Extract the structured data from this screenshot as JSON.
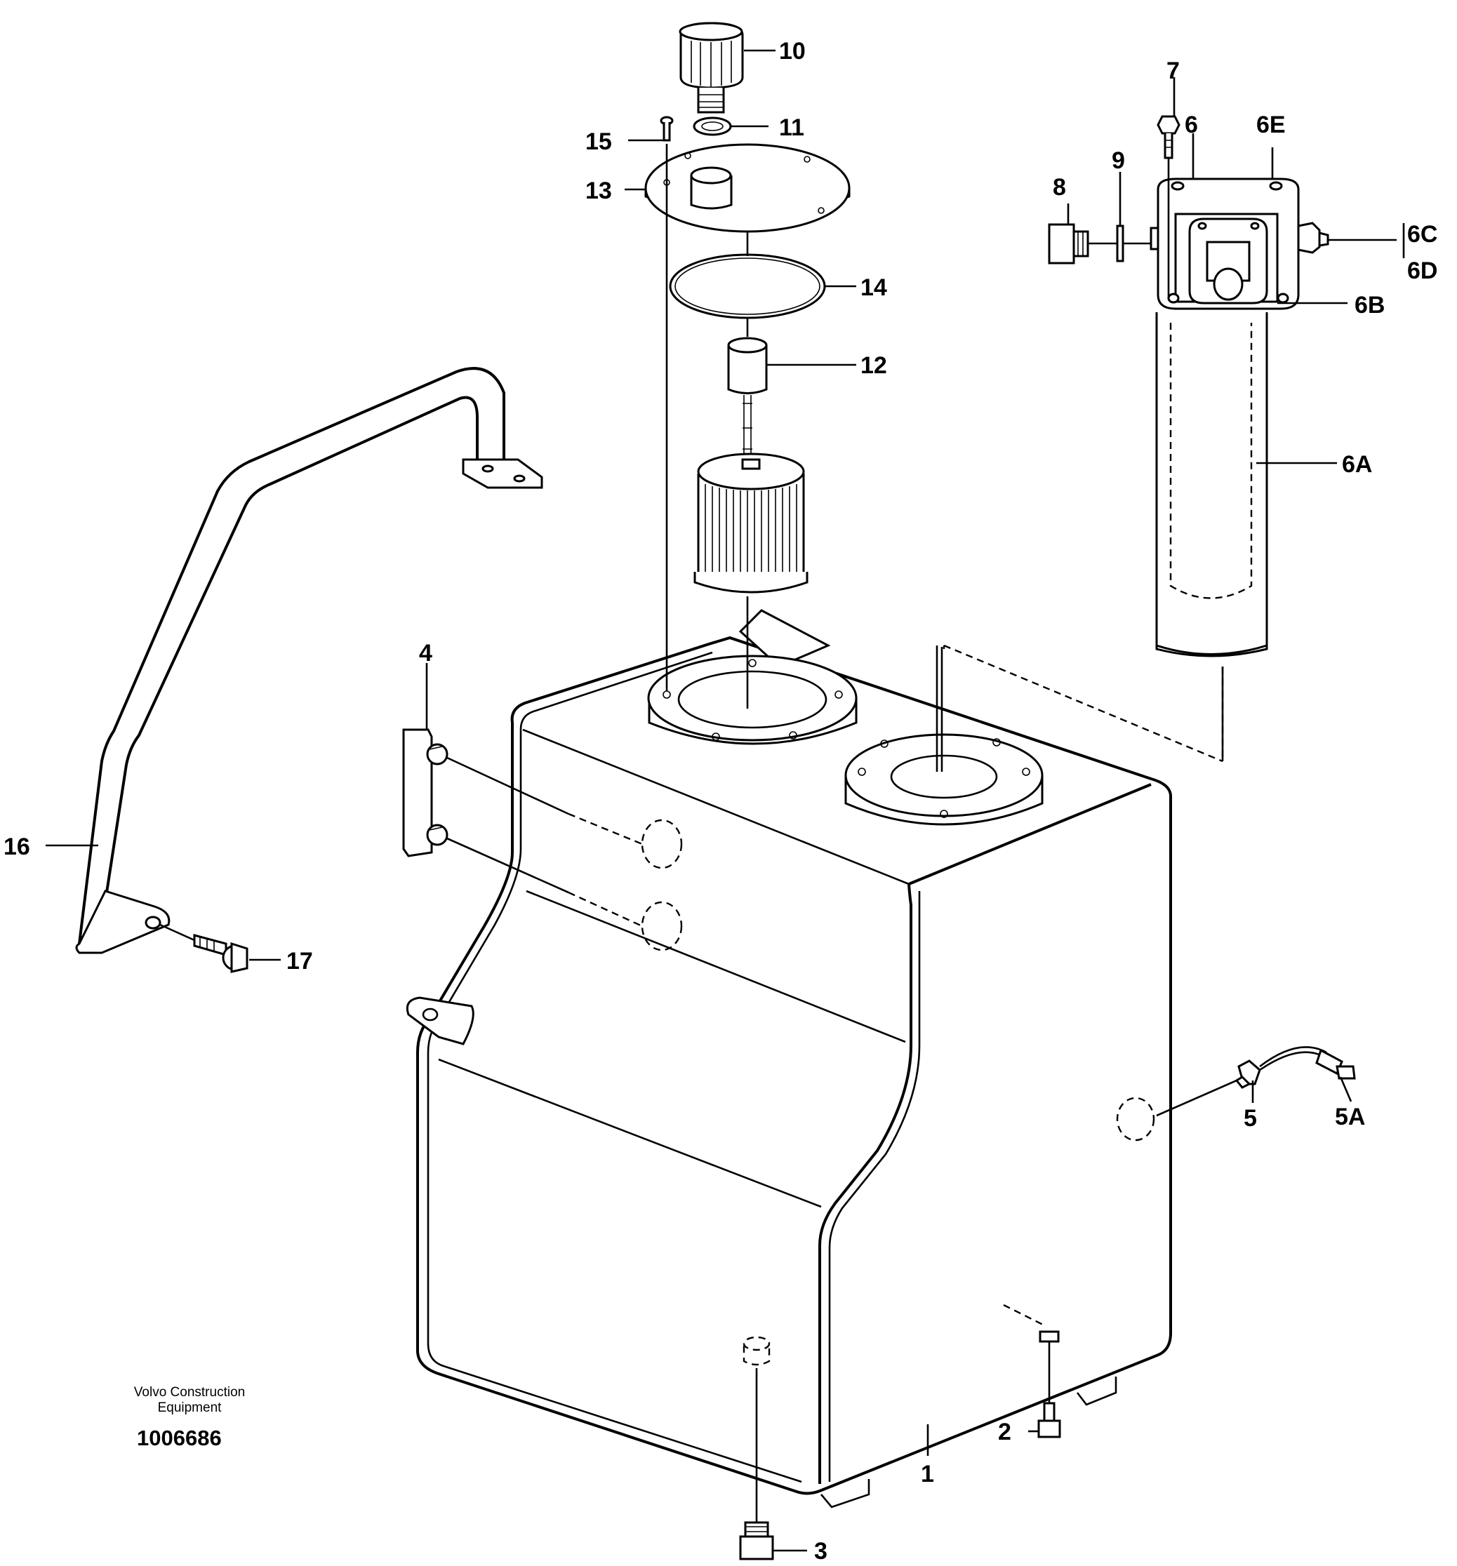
{
  "labels": {
    "l1": "1",
    "l2": "2",
    "l3": "3",
    "l4": "4",
    "l5": "5",
    "l5a": "5A",
    "l6": "6",
    "l6a": "6A",
    "l6b": "6B",
    "l6c": "6C",
    "l6d": "6D",
    "l6e": "6E",
    "l7": "7",
    "l8": "8",
    "l9": "9",
    "l10": "10",
    "l11": "11",
    "l12": "12",
    "l13": "13",
    "l14": "14",
    "l15": "15",
    "l16": "16",
    "l17": "17"
  },
  "credit": {
    "line1": "Volvo Construction",
    "line2": "Equipment"
  },
  "doc_number": "1006686"
}
